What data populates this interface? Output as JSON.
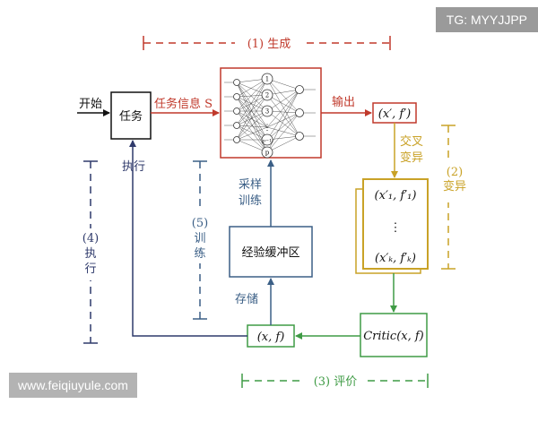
{
  "colors": {
    "black": "#111111",
    "red": "#c0392b",
    "gold": "#c9a227",
    "green": "#3f9b45",
    "navy": "#2f3a6b",
    "steel": "#3b5f86"
  },
  "labels": {
    "start": "开始",
    "task": "任务",
    "task_info": "任务信息 S",
    "output": "输出",
    "gen_bracket": "(1) 生成",
    "output_pair": "(x′, f′)",
    "crossover_1": "交叉",
    "crossover_2": "变异",
    "mut_bracket_1": "(2)",
    "mut_bracket_2": "变异",
    "pop_top": "(x′₁, f′₁)",
    "pop_dots": "⋮",
    "pop_bottom": "(x′ₖ, f′ₖ)",
    "sample_1": "采样",
    "sample_2": "训练",
    "buffer": "经验缓冲区",
    "store": "存储",
    "critic": "Critic(x, f)",
    "pair": "(x, f)",
    "eval_bracket": "(3) 评价",
    "train_bracket_1": "(5)",
    "train_bracket_2": "训",
    "train_bracket_3": "练",
    "exec_label": "执行",
    "exec_bracket_1": "(4)",
    "exec_bracket_2": "执",
    "exec_bracket_3": "行"
  },
  "network": {
    "node_labels": [
      "1",
      "2",
      "3",
      "⋮",
      "p−1",
      "p"
    ]
  },
  "watermarks": {
    "top": "TG: MYYJJPP",
    "bottom": "www.feiqiuyule.com"
  }
}
